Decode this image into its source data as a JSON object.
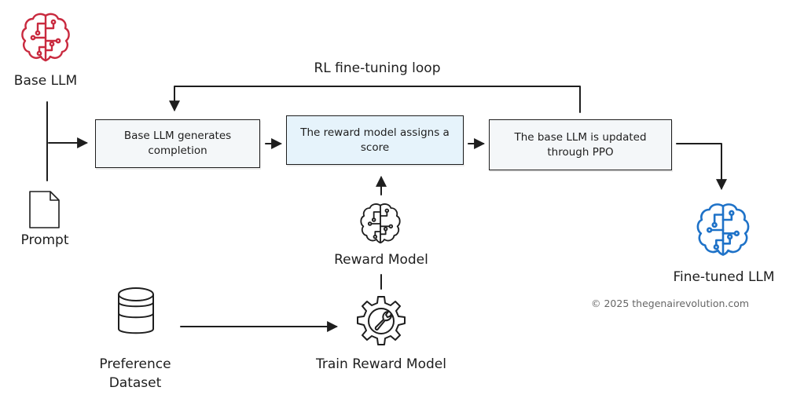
{
  "nodes": {
    "base_llm": "Base LLM",
    "prompt": "Prompt",
    "loop_label": "RL fine-tuning loop",
    "step1": "Base LLM generates completion",
    "step2": "The reward model assigns a score",
    "step3": "The base LLM is updated through PPO",
    "reward_model": "Reward Model",
    "train_reward_model": "Train Reward Model",
    "preference_dataset": "Preference Dataset",
    "fine_tuned_llm": "Fine-tuned LLM"
  },
  "footer": {
    "copyright": "© 2025 thegenairevolution.com"
  },
  "colors": {
    "base_llm_icon": "#c92a3f",
    "fine_tuned_icon": "#1e72c8",
    "highlight_box": "#e6f3fb",
    "stroke": "#1e1e1e"
  },
  "icons": {
    "base_llm": "brain-circuit-icon",
    "prompt": "document-icon",
    "reward_model": "brain-circuit-icon",
    "train": "gear-wrench-icon",
    "dataset": "database-icon",
    "fine_tuned": "brain-circuit-icon"
  }
}
